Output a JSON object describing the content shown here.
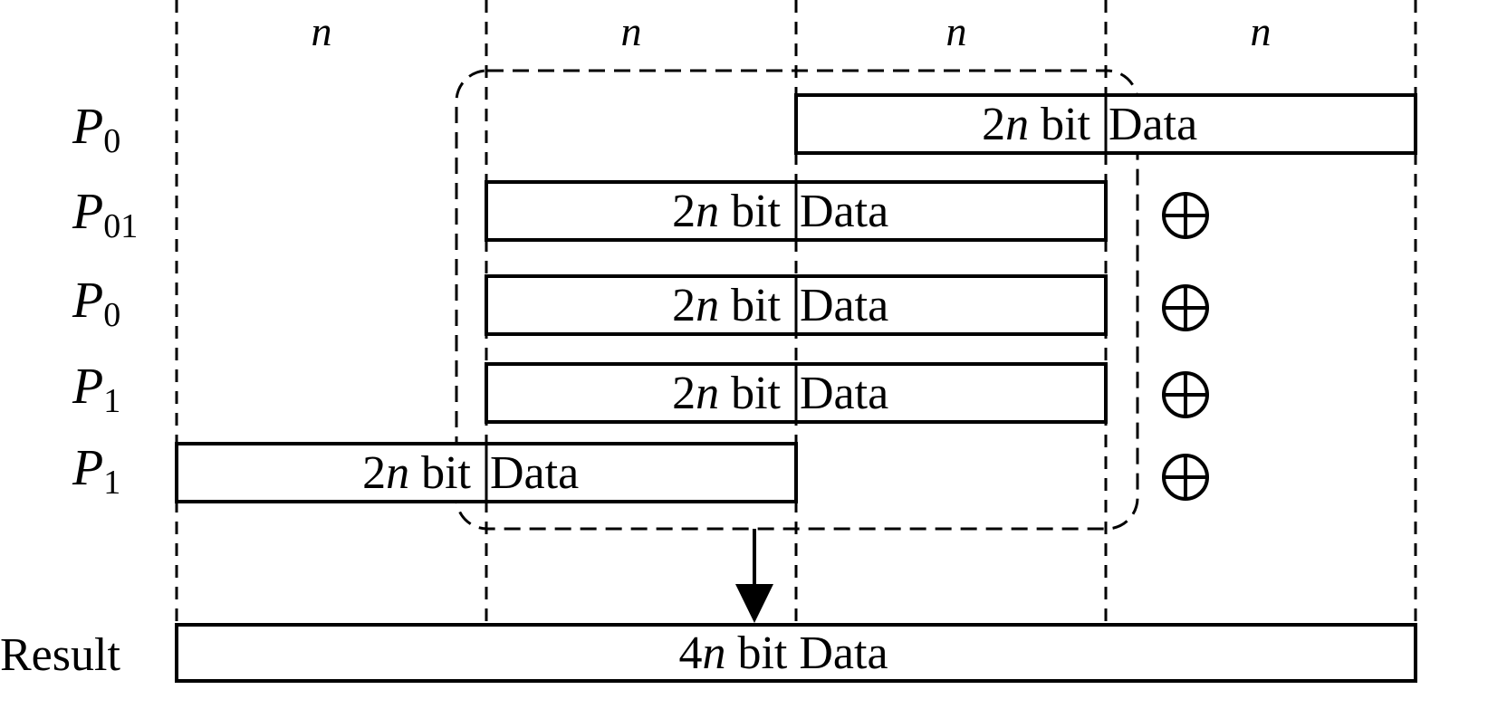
{
  "columns": [
    "n",
    "n",
    "n",
    "n"
  ],
  "rows": [
    {
      "symbol": "P",
      "subscript": "0",
      "bar_prefix": "2",
      "bar_var": "n",
      "bar_middle": " bit ",
      "bar_suffix": "Data",
      "operator": ""
    },
    {
      "symbol": "P",
      "subscript": "01",
      "bar_prefix": "2",
      "bar_var": "n",
      "bar_middle": " bit ",
      "bar_suffix": "Data",
      "operator": "⊕"
    },
    {
      "symbol": "P",
      "subscript": "0",
      "bar_prefix": "2",
      "bar_var": "n",
      "bar_middle": " bit ",
      "bar_suffix": "Data",
      "operator": "⊕"
    },
    {
      "symbol": "P",
      "subscript": "1",
      "bar_prefix": "2",
      "bar_var": "n",
      "bar_middle": " bit ",
      "bar_suffix": "Data",
      "operator": "⊕"
    },
    {
      "symbol": "P",
      "subscript": "1",
      "bar_prefix": "2",
      "bar_var": "n",
      "bar_middle": " bit ",
      "bar_suffix": "Data",
      "operator": "⊕"
    }
  ],
  "result": {
    "label": "Result",
    "bar_prefix": "4",
    "bar_var": "n",
    "bar_middle": " bit ",
    "bar_suffix": "Data"
  }
}
